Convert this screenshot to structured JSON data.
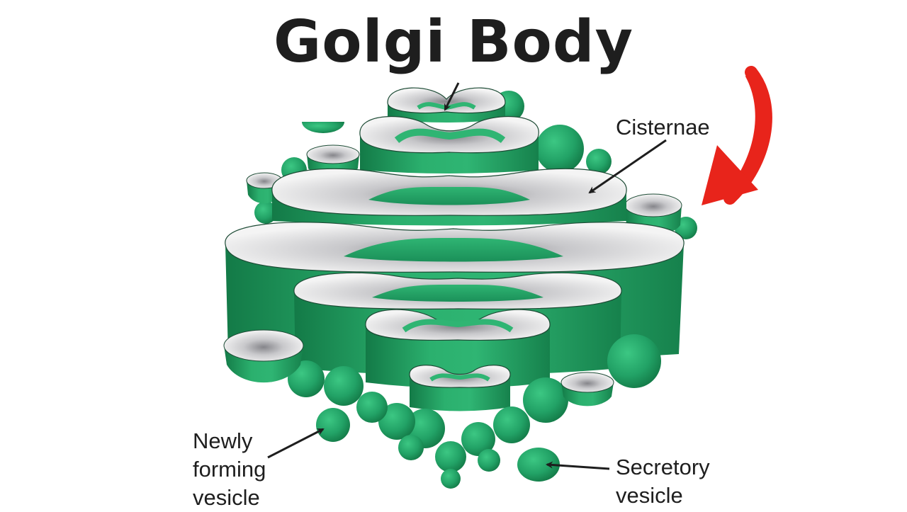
{
  "title": "Golgi Body",
  "labels": {
    "cisternae": "Cisternae",
    "newly_forming": [
      "Newly",
      "forming",
      "vesicle"
    ],
    "secretory": [
      "Secretory",
      "vesicle"
    ]
  },
  "colors": {
    "green_light": "#2fb573",
    "green_mid": "#21a064",
    "green_dark": "#137a47",
    "lumen_light": "#f2f2f2",
    "lumen_dark": "#8a8a8e",
    "arrow_red": "#e8241b",
    "text": "#1e1e1e"
  }
}
